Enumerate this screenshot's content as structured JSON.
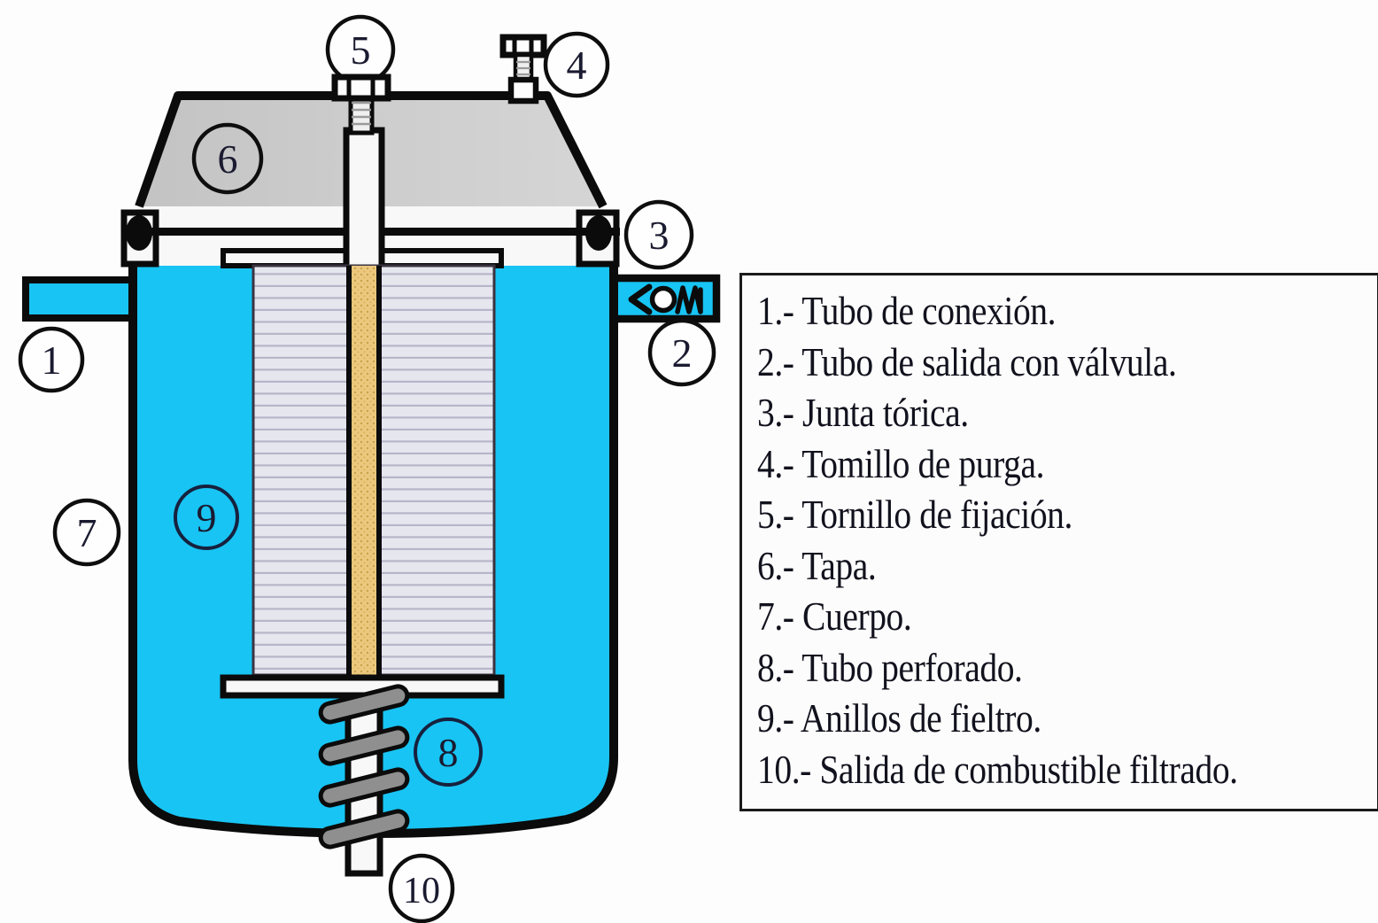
{
  "diagram": {
    "callouts": {
      "c1": "1",
      "c2": "2",
      "c3": "3",
      "c4": "4",
      "c5": "5",
      "c6": "6",
      "c7": "7",
      "c8": "8",
      "c9": "9",
      "c10": "10"
    },
    "colors": {
      "body_blue": "#18C4F3",
      "lid_gray": "#CBCBCB",
      "filter_gray": "#E6E6EF",
      "filter_line": "#B6B6C9",
      "perforated_tube_gold": "#EBC87E",
      "spring_gray": "#8F8F8F",
      "outline_black": "#0B0B0B"
    }
  },
  "legend": {
    "items": [
      "1.- Tubo de conexión.",
      "2.- Tubo de salida con válvula.",
      "3.- Junta tórica.",
      "4.- Tomillo de purga.",
      "5.- Tornillo de fijación.",
      "6.- Tapa.",
      "7.- Cuerpo.",
      "8.- Tubo perforado.",
      "9.- Anillos de fieltro.",
      "10.- Salida de combustible filtrado."
    ]
  }
}
